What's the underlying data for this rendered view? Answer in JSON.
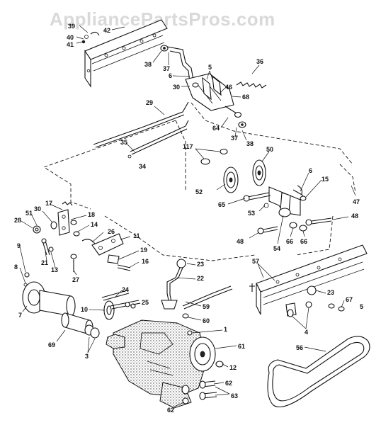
{
  "watermark": "AppliancePartsPros.com",
  "callouts": [
    {
      "id": "c39",
      "text": "39"
    },
    {
      "id": "c40",
      "text": "40"
    },
    {
      "id": "c41",
      "text": "41"
    },
    {
      "id": "c42",
      "text": "42"
    },
    {
      "id": "c38a",
      "text": "38"
    },
    {
      "id": "c37a",
      "text": "37"
    },
    {
      "id": "c6a",
      "text": "6"
    },
    {
      "id": "c30a",
      "text": "30"
    },
    {
      "id": "c5a",
      "text": "5"
    },
    {
      "id": "c46",
      "text": "46"
    },
    {
      "id": "c36",
      "text": "36"
    },
    {
      "id": "c68",
      "text": "68"
    },
    {
      "id": "c29",
      "text": "29"
    },
    {
      "id": "c64",
      "text": "64"
    },
    {
      "id": "c37b",
      "text": "37"
    },
    {
      "id": "c38b",
      "text": "38"
    },
    {
      "id": "c35",
      "text": "35"
    },
    {
      "id": "c34",
      "text": "34"
    },
    {
      "id": "c117",
      "text": "117"
    },
    {
      "id": "c50",
      "text": "50"
    },
    {
      "id": "c6b",
      "text": "6"
    },
    {
      "id": "c15",
      "text": "15"
    },
    {
      "id": "c47",
      "text": "47"
    },
    {
      "id": "c52",
      "text": "52"
    },
    {
      "id": "c65",
      "text": "65"
    },
    {
      "id": "c53",
      "text": "53"
    },
    {
      "id": "c48a",
      "text": "48"
    },
    {
      "id": "c48b",
      "text": "48"
    },
    {
      "id": "c54",
      "text": "54"
    },
    {
      "id": "c66a",
      "text": "66"
    },
    {
      "id": "c66b",
      "text": "66"
    },
    {
      "id": "c17",
      "text": "17"
    },
    {
      "id": "c30b",
      "text": "30"
    },
    {
      "id": "c51",
      "text": "51"
    },
    {
      "id": "c28",
      "text": "28"
    },
    {
      "id": "c18",
      "text": "18"
    },
    {
      "id": "c14",
      "text": "14"
    },
    {
      "id": "c26",
      "text": "26"
    },
    {
      "id": "c11",
      "text": "11"
    },
    {
      "id": "c9",
      "text": "9"
    },
    {
      "id": "c21",
      "text": "21"
    },
    {
      "id": "c13",
      "text": "13"
    },
    {
      "id": "c19",
      "text": "19"
    },
    {
      "id": "c16",
      "text": "16"
    },
    {
      "id": "c8",
      "text": "8"
    },
    {
      "id": "c27",
      "text": "27"
    },
    {
      "id": "c23a",
      "text": "23"
    },
    {
      "id": "c22",
      "text": "22"
    },
    {
      "id": "c57",
      "text": "57"
    },
    {
      "id": "c24",
      "text": "24"
    },
    {
      "id": "c25",
      "text": "25"
    },
    {
      "id": "c10",
      "text": "10"
    },
    {
      "id": "c59",
      "text": "59"
    },
    {
      "id": "c23b",
      "text": "23"
    },
    {
      "id": "c67",
      "text": "67"
    },
    {
      "id": "c5b",
      "text": "5"
    },
    {
      "id": "c7",
      "text": "7"
    },
    {
      "id": "c60",
      "text": "60"
    },
    {
      "id": "c1",
      "text": "1"
    },
    {
      "id": "c4",
      "text": "4"
    },
    {
      "id": "c69",
      "text": "69"
    },
    {
      "id": "c3",
      "text": "3"
    },
    {
      "id": "c61",
      "text": "61"
    },
    {
      "id": "c56",
      "text": "56"
    },
    {
      "id": "c12",
      "text": "12"
    },
    {
      "id": "c62a",
      "text": "62"
    },
    {
      "id": "c63",
      "text": "63"
    },
    {
      "id": "c62b",
      "text": "62"
    }
  ]
}
